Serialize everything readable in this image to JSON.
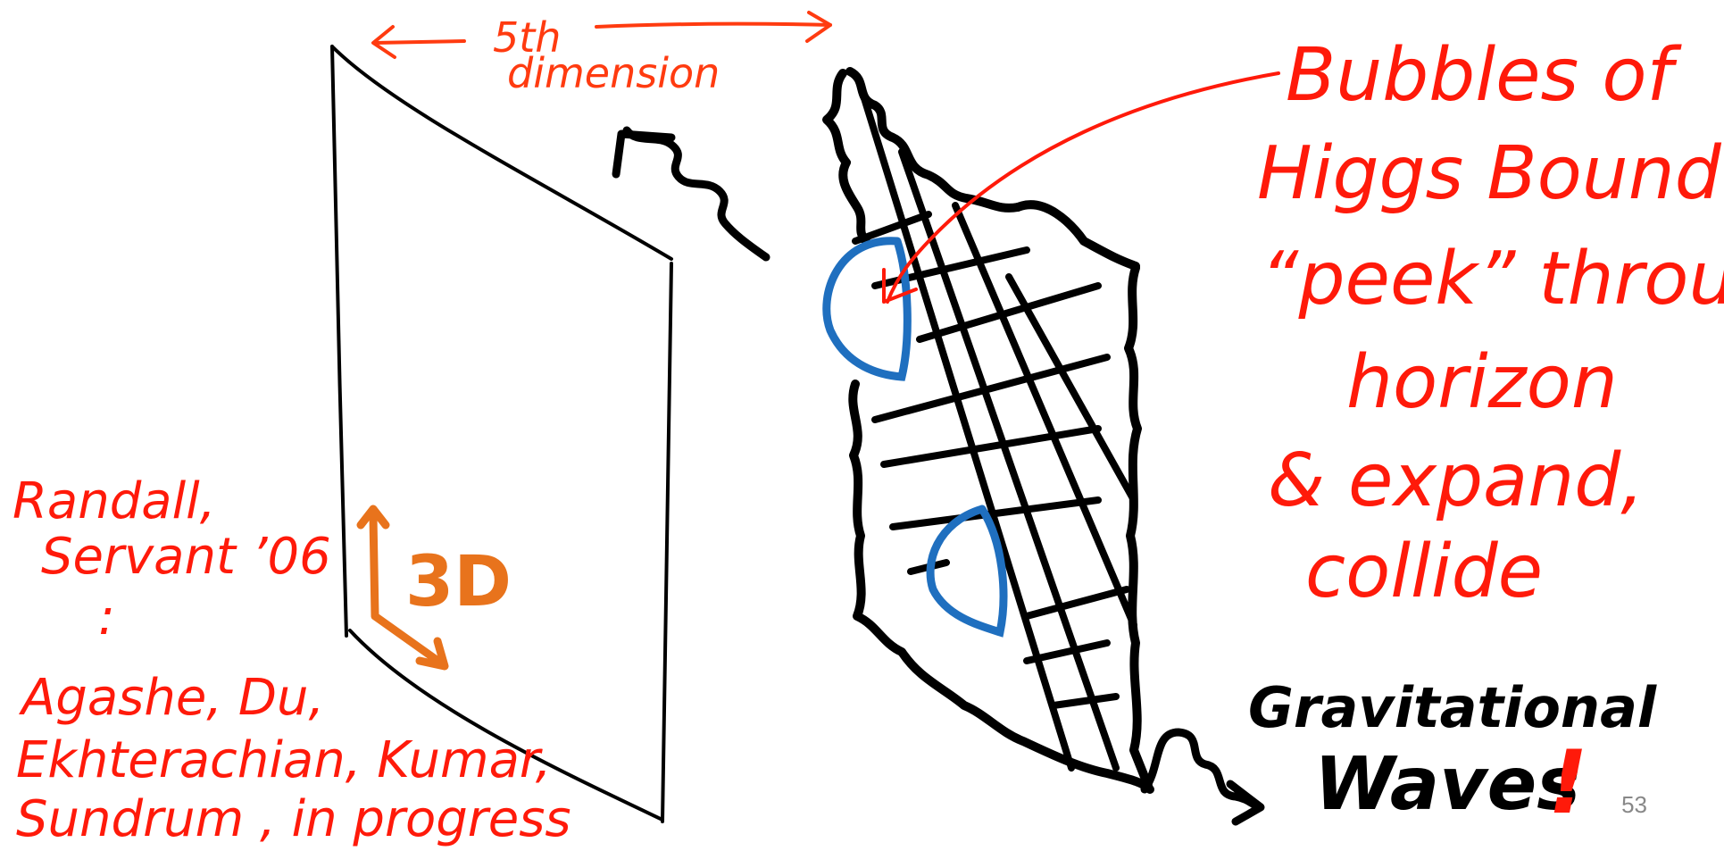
{
  "diagram": {
    "dimension_label_line1": "5th",
    "dimension_label_line2": "dimension",
    "bubbles_line1": "Bubbles of",
    "bubbles_line2": "Higgs Boundary",
    "bubbles_line3": "“peek” through",
    "bubbles_line4": "horizon",
    "bubbles_line5": "& expand,",
    "bubbles_line6": "collide",
    "ref_line1": "Randall,",
    "ref_line2": "Servant ’06",
    "ref_ellipsis": ":",
    "ref_line3": "Agashe, Du,",
    "ref_line4": "Ekhterachian, Kumar,",
    "ref_line5": "Sundrum , in progress",
    "brane_label": "3D",
    "gw_line1": "Gravitational",
    "gw_line2": "Waves",
    "gw_exclaim": "!"
  },
  "colors": {
    "red_text": "#ff1a0a",
    "orange_annotation": "#e8731c",
    "blue_bubbles": "#1f6fbf",
    "ink": "#000000"
  },
  "page_number": "53"
}
